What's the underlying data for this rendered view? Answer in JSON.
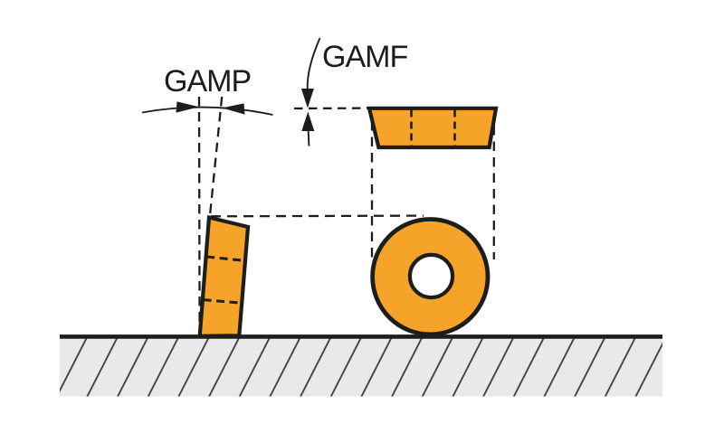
{
  "diagram": {
    "title": "tool-insert-rake-angles",
    "labels": {
      "gamp": "GAMP",
      "gamf": "GAMF"
    }
  },
  "colors": {
    "background": "#ffffff",
    "insert_fill": "#F5A329",
    "outline": "#1D1D1B",
    "dashed_line": "#1D1D1B",
    "dimension_line": "#1D1D1B",
    "hatch_fill": "#E9E9EB",
    "hatch_line": "#3A3A38",
    "hole_fill": "#ffffff",
    "text": "#1D1D1B"
  }
}
